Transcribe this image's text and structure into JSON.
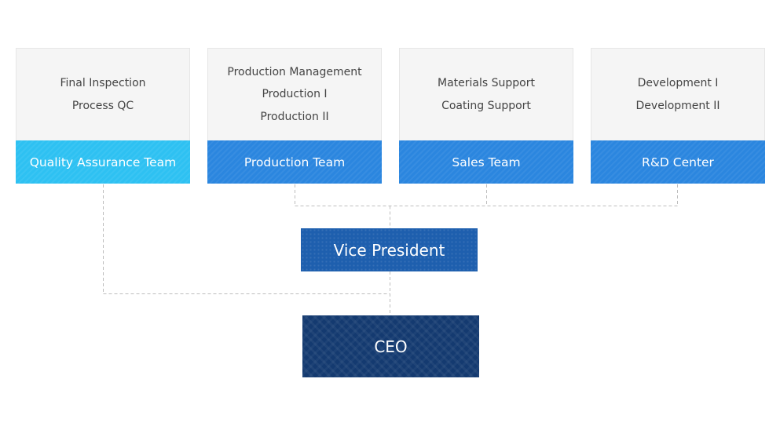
{
  "departments": [
    {
      "name": "Quality Assurance Team",
      "items": [
        "Final Inspection",
        "Process QC"
      ],
      "color": "#2ec1f2"
    },
    {
      "name": "Production Team",
      "items": [
        "Production Management",
        "Production I",
        "Production II"
      ],
      "color": "#2b86df"
    },
    {
      "name": "Sales Team",
      "items": [
        "Materials Support",
        "Coating Support"
      ],
      "color": "#2b86df"
    },
    {
      "name": "R&D Center",
      "items": [
        "Development I",
        "Development II"
      ],
      "color": "#2b86df"
    }
  ],
  "vice_president": {
    "label": "Vice President",
    "color": "#1e5fae"
  },
  "ceo": {
    "label": "CEO",
    "color": "#143a70"
  },
  "connector_color": "#bdbdbd"
}
